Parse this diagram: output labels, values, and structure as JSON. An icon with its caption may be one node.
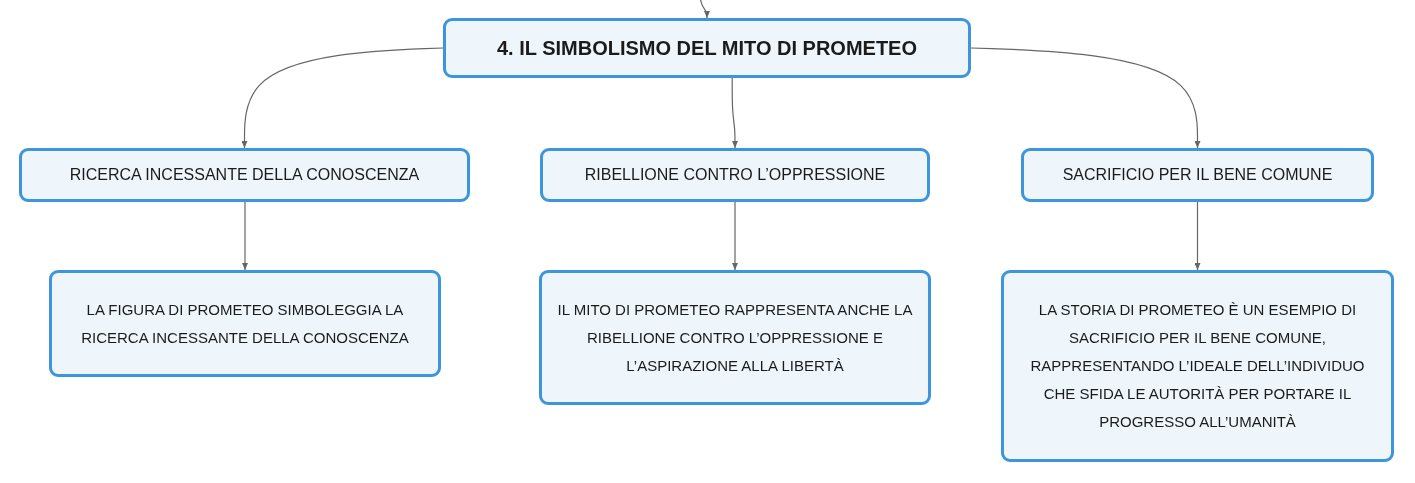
{
  "diagram": {
    "nodes": [
      {
        "text": [
          "4. IL SIMBOLISMO DEL MITO DI PROMETEO"
        ]
      },
      {
        "text": [
          "RICERCA INCESSANTE DELLA CONOSCENZA"
        ]
      },
      {
        "text": [
          "RIBELLIONE CONTRO L’OPPRESSIONE"
        ]
      },
      {
        "text": [
          "SACRIFICIO PER IL BENE COMUNE"
        ]
      },
      {
        "text": [
          "LA FIGURA DI PROMETEO SIMBOLEGGIA LA RICERCA INCESSANTE DELLA CONOSCENZA"
        ]
      },
      {
        "text": [
          "IL MITO DI PROMETEO RAPPRESENTA ANCHE LA RIBELLIONE CONTRO L’OPPRESSIONE E L’ASPIRAZIONE ALLA LIBERTÀ"
        ]
      },
      {
        "text": [
          "LA STORIA DI PROMETEO È UN ESEMPIO DI SACRIFICIO PER IL BENE COMUNE, RAPPRESENTANDO L’IDEALE DELL’INDIVIDUO CHE SFIDA LE AUTORITÀ PER PORTARE IL PROGRESSO ALL’UMANITÀ"
        ]
      }
    ],
    "edges": [
      {
        "from": null,
        "to": 0,
        "arrow": "to"
      },
      {
        "from": 0,
        "to": 1,
        "arrow": "to"
      },
      {
        "from": 0,
        "to": 2,
        "arrow": "to"
      },
      {
        "from": 0,
        "to": 3,
        "arrow": "to"
      },
      {
        "from": 1,
        "to": 4,
        "arrow": "to"
      },
      {
        "from": 2,
        "to": 5,
        "arrow": "to"
      },
      {
        "from": 3,
        "to": 6,
        "arrow": "to"
      }
    ]
  }
}
